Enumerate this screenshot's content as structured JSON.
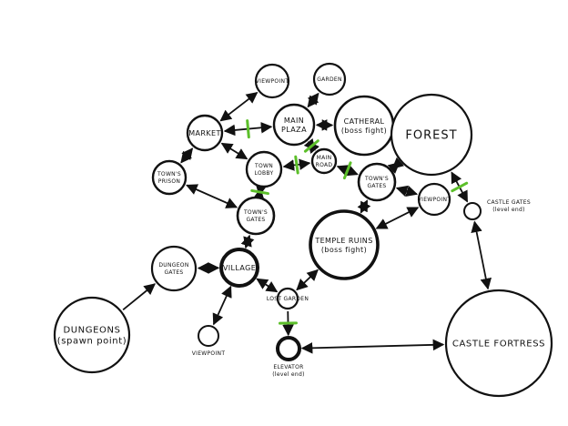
{
  "colors": {
    "ink": "#111111",
    "lock_marker": "#5cbf2a",
    "background": "#ffffff"
  },
  "nodes": {
    "viewpoint_top": {
      "lines": [
        "VIEWPOINT"
      ]
    },
    "garden": {
      "lines": [
        "GARDEN"
      ]
    },
    "market": {
      "lines": [
        "MARKET"
      ]
    },
    "main_plaza": {
      "lines": [
        "MAIN",
        "PLAZA"
      ]
    },
    "catheral": {
      "lines": [
        "CATHERAL",
        "(boss fight)"
      ]
    },
    "forest": {
      "lines": [
        "FOREST"
      ]
    },
    "towns_prison": {
      "lines": [
        "TOWN'S",
        "PRISON"
      ]
    },
    "town_lobby": {
      "lines": [
        "TOWN",
        "LOBBY"
      ]
    },
    "main_road": {
      "lines": [
        "MAIN",
        "ROAD"
      ]
    },
    "towns_gates_right": {
      "lines": [
        "TOWN'S",
        "GATES"
      ]
    },
    "viewpoint_right": {
      "lines": [
        "VIEWPOINT"
      ]
    },
    "castle_gates": {
      "lines": [
        "CASTLE GATES",
        "(level end)"
      ]
    },
    "towns_gates_left": {
      "lines": [
        "TOWN'S",
        "GATES"
      ]
    },
    "temple_ruins": {
      "lines": [
        "TEMPLE RUINS",
        "(boss fight)"
      ]
    },
    "dungeon_gates": {
      "lines": [
        "DUNGEON",
        "GATES"
      ]
    },
    "village": {
      "lines": [
        "VILLAGE"
      ]
    },
    "lost_garden": {
      "lines": [
        "LOST GARDEN"
      ]
    },
    "dungeons": {
      "lines": [
        "DUNGEONS",
        "(spawn point)"
      ]
    },
    "viewpoint_bottom": {
      "lines": [
        "VIEWPOINT"
      ]
    },
    "elevator": {
      "lines": [
        "ELEVATOR",
        "(level end)"
      ]
    },
    "castle_fortress": {
      "lines": [
        "CASTLE FORTRESS"
      ]
    }
  },
  "edges": [
    {
      "from": "market",
      "to": "viewpoint_top",
      "type": "two-way"
    },
    {
      "from": "market",
      "to": "main_plaza",
      "type": "two-way",
      "locked": true
    },
    {
      "from": "market",
      "to": "towns_prison",
      "type": "two-way"
    },
    {
      "from": "market",
      "to": "town_lobby",
      "type": "two-way"
    },
    {
      "from": "main_plaza",
      "to": "garden",
      "type": "two-way"
    },
    {
      "from": "main_plaza",
      "to": "catheral",
      "type": "two-way"
    },
    {
      "from": "main_plaza",
      "to": "main_road",
      "type": "two-way",
      "locked": true
    },
    {
      "from": "town_lobby",
      "to": "main_road",
      "type": "two-way",
      "locked": true
    },
    {
      "from": "town_lobby",
      "to": "towns_gates_left",
      "type": "two-way",
      "locked": true
    },
    {
      "from": "towns_prison",
      "to": "towns_gates_left",
      "type": "two-way"
    },
    {
      "from": "main_road",
      "to": "towns_gates_right",
      "type": "two-way",
      "locked": true
    },
    {
      "from": "towns_gates_right",
      "to": "forest",
      "type": "two-way"
    },
    {
      "from": "towns_gates_right",
      "to": "viewpoint_right",
      "type": "two-way"
    },
    {
      "from": "towns_gates_right",
      "to": "temple_ruins",
      "type": "two-way"
    },
    {
      "from": "viewpoint_right",
      "to": "temple_ruins",
      "type": "two-way"
    },
    {
      "from": "forest",
      "to": "castle_gates",
      "type": "two-way",
      "locked": true
    },
    {
      "from": "castle_gates",
      "to": "castle_fortress",
      "type": "two-way"
    },
    {
      "from": "towns_gates_left",
      "to": "village",
      "type": "two-way"
    },
    {
      "from": "dungeon_gates",
      "to": "village",
      "type": "two-way"
    },
    {
      "from": "dungeons",
      "to": "dungeon_gates",
      "type": "one-way"
    },
    {
      "from": "village",
      "to": "viewpoint_bottom",
      "type": "two-way"
    },
    {
      "from": "village",
      "to": "lost_garden",
      "type": "two-way"
    },
    {
      "from": "lost_garden",
      "to": "temple_ruins",
      "type": "two-way"
    },
    {
      "from": "lost_garden",
      "to": "elevator",
      "type": "one-way",
      "locked": true
    },
    {
      "from": "elevator",
      "to": "castle_fortress",
      "type": "two-way"
    }
  ]
}
